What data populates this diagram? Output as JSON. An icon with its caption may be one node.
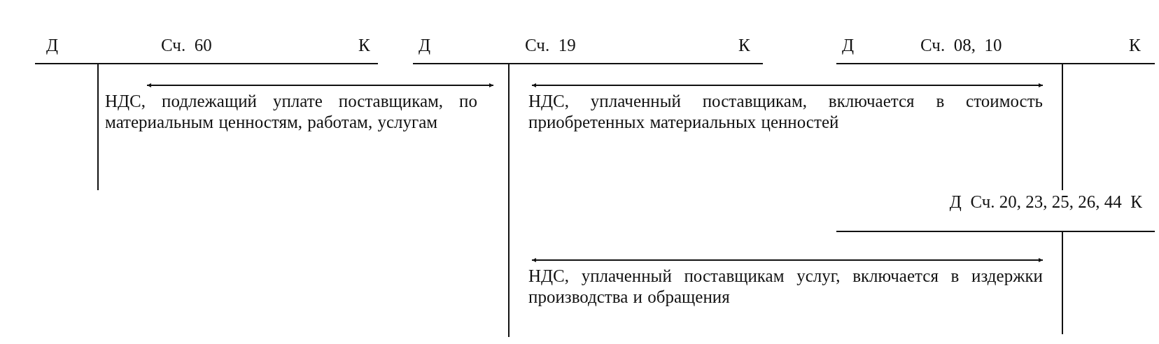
{
  "diagram": {
    "nodes": [
      {
        "text": [
          "Д",
          "Сч.  60",
          "К"
        ]
      },
      {
        "text": [
          "Д",
          "Сч.  19",
          "К"
        ]
      },
      {
        "text": [
          "Д",
          "Сч.  08,  10",
          "К"
        ]
      },
      {
        "text": [
          "Д",
          "Сч. 20, 23, 25, 26, 44",
          "К"
        ]
      }
    ],
    "edges": [
      {
        "from": 0,
        "to": 1,
        "arrow": "both",
        "label": "НДС, подлежащий уплате поставщикам, по материальным ценностям, работам, услугам"
      },
      {
        "from": 1,
        "to": 2,
        "arrow": "both",
        "label": "НДС, уплаченный поставщикам, включается в стоимость приобретенных материальных ценностей"
      },
      {
        "from": 1,
        "to": 3,
        "arrow": "both",
        "label": "НДС, уплаченный поставщикам услуг, включается в издержки производства и обращения"
      }
    ]
  }
}
